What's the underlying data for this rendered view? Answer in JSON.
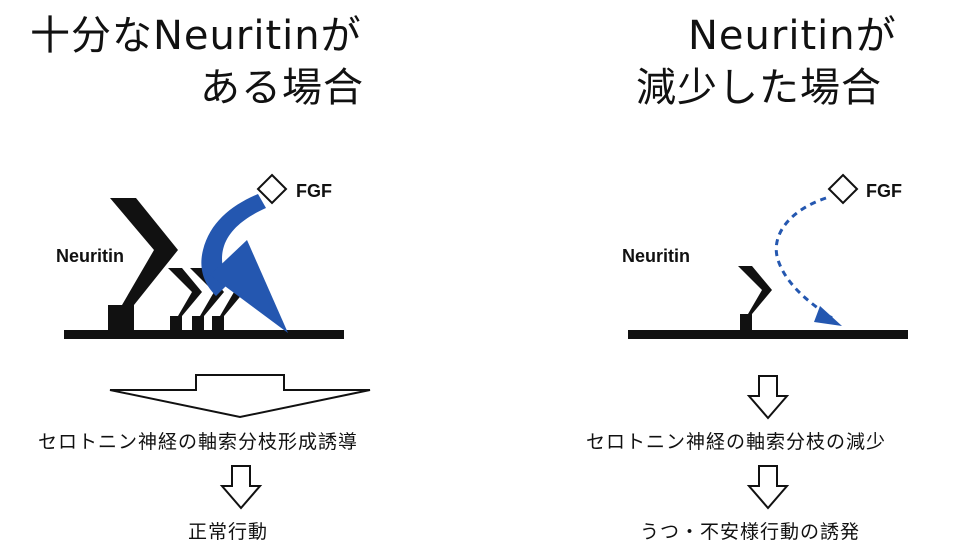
{
  "left": {
    "title_line1": "十分なNeuritinが",
    "title_line2": "ある場合",
    "neuritin_label": "Neuritin",
    "fgf_label": "FGF",
    "caption1": "セロトニン神経の軸索分枝形成誘導",
    "caption2": "正常行動"
  },
  "right": {
    "title_line1": "Neuritinが",
    "title_line2": "減少した場合",
    "neuritin_label": "Neuritin",
    "fgf_label": "FGF",
    "caption1": "セロトニン神経の軸索分枝の減少",
    "caption2": "うつ・不安様行動の誘発"
  },
  "colors": {
    "arrow_blue": "#2457b0",
    "ink": "#111111"
  }
}
